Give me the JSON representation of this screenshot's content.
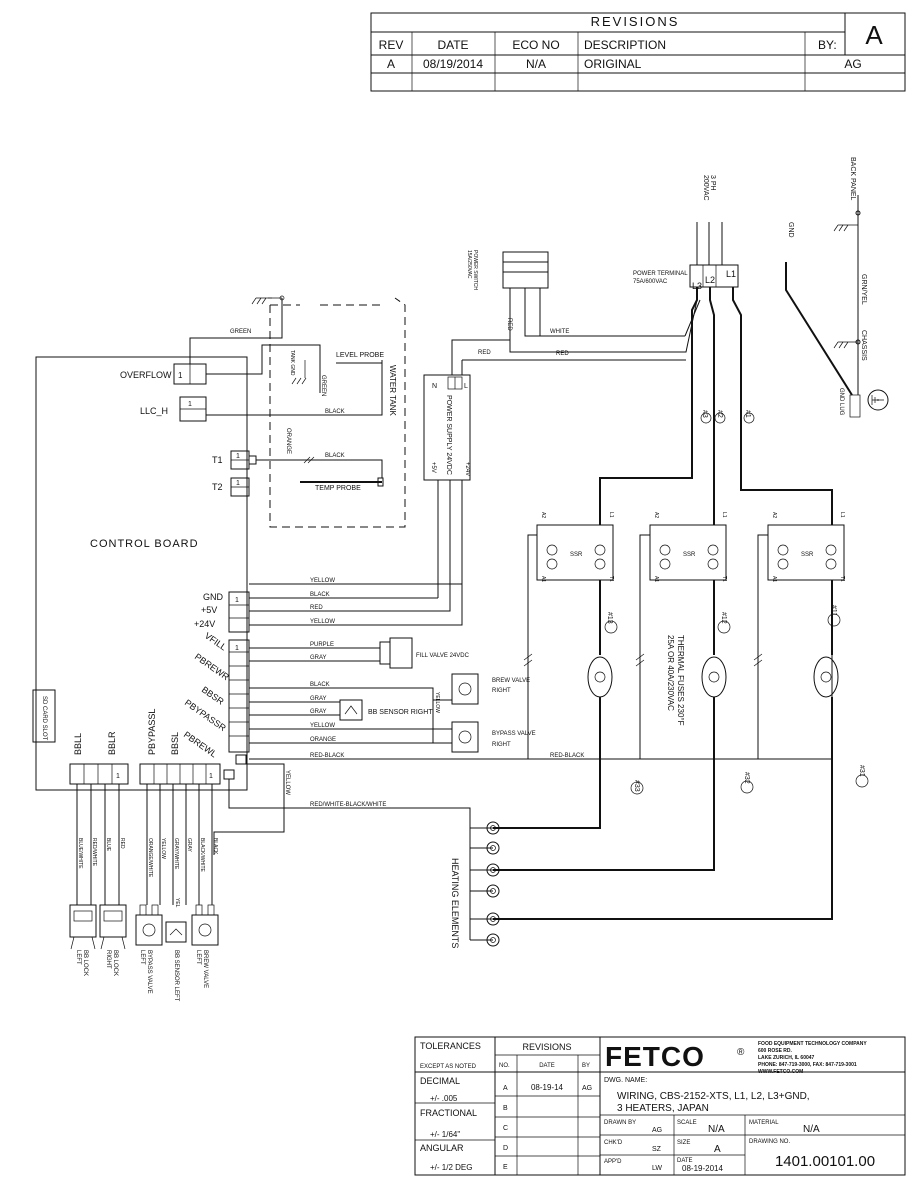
{
  "revisions_block": {
    "title": "REVISIONS",
    "rev_letter": "A",
    "columns": [
      "REV",
      "DATE",
      "ECO NO",
      "DESCRIPTION",
      "BY:"
    ],
    "rows": [
      {
        "rev": "A",
        "date": "08/19/2014",
        "eco": "N/A",
        "description": "ORIGINAL",
        "by": "AG"
      }
    ]
  },
  "supply": {
    "phase": "3 PH",
    "voltage": "200VAC",
    "terminal_title": "POWER TERMINAL",
    "terminal_rating": "75A/600VAC",
    "terminals": [
      "L1",
      "L2",
      "L3"
    ],
    "power_switch": "POWER SWITCH",
    "switch_rating": "15A/250VAC",
    "back_panel": "BACK PANEL",
    "gnd": "GND",
    "grn_yel": "GRN/YEL",
    "chassis": "CHASSIS",
    "gnd_lug": "GND LUG"
  },
  "power_supply": {
    "label": "POWER SUPPLY 24VDC",
    "pins_top": [
      "N",
      "L"
    ],
    "pins_bottom": [
      "+5V",
      "+24V"
    ]
  },
  "water_tank": {
    "label": "WATER TANK",
    "level_probe": "LEVEL PROBE",
    "tank_gnd": "TANK GND",
    "temp_probe": "TEMP PROBE"
  },
  "control_board": {
    "label": "CONTROL BOARD",
    "sd_slot": "SD CARD SLOT",
    "connectors_left": [
      "OVERFLOW",
      "LLC_H",
      "T1",
      "T2",
      "GND",
      "+5V",
      "+24V"
    ],
    "connectors_angled": [
      "VFILL",
      "PBREWR",
      "BBSR",
      "PBYPASSR",
      "PBREWL"
    ],
    "connectors_bottom": [
      "BBLL",
      "BBLR",
      "PBYPASSL",
      "BBSL"
    ],
    "pin_one": "1"
  },
  "wires": {
    "green": "GREEN",
    "black": "BLACK",
    "orange": "ORANGE",
    "red": "RED",
    "white": "WHITE",
    "yellow": "YELLOW",
    "purple": "PURPLE",
    "gray": "GRAY",
    "red_black": "RED-BLACK",
    "red_white_black_white": "RED/WHITE-BLACK/WHITE",
    "harness": [
      "BLUE/WHITE",
      "RED/WHITE",
      "BLUE",
      "RED",
      "ORANGE/WHITE",
      "YELLOW",
      "GRAY/WHITE",
      "GRAY",
      "BLACK/WHITE",
      "BLACK"
    ],
    "yel": "YEL",
    "numbers": [
      "#1",
      "#2",
      "#3",
      "#11",
      "#12",
      "#13",
      "#31",
      "#32",
      "#33"
    ]
  },
  "components": {
    "fill_valve": "FILL VALVE 24VDC",
    "brew_valve_right": [
      "BREW VALVE",
      "RIGHT"
    ],
    "bypass_valve_right": [
      "BYPASS VALVE",
      "RIGHT"
    ],
    "bb_sensor_right": "BB SENSOR RIGHT",
    "thermal_fuses": [
      "THERMAL FUSES 230°F",
      "25A OR 40A/230VAC"
    ],
    "heating_elements": "HEATING ELEMENTS",
    "ssr": "SSR",
    "ssr_terminals": [
      "A2",
      "A1",
      "L1",
      "T1"
    ],
    "bb_lock_left": [
      "BB LOCK",
      "LEFT"
    ],
    "bb_lock_right": [
      "BB LOCK",
      "RIGHT"
    ],
    "bypass_valve_left": [
      "BYPASS VALVE",
      "LEFT"
    ],
    "bb_sensor_left": "BB SENSOR LEFT",
    "brew_valve_left": [
      "BREW VALVE",
      "LEFT"
    ]
  },
  "title_block": {
    "tolerances": "TOLERANCES",
    "except_as_noted": "EXCEPT AS NOTED",
    "decimal": "DECIMAL",
    "decimal_value": "+/-  .005",
    "fractional": "FRACTIONAL",
    "fractional_value": "+/- 1/64\"",
    "angular": "ANGULAR",
    "angular_value": "+/- 1/2 DEG",
    "revisions": "REVISIONS",
    "rev_cols": [
      "NO.",
      "DATE",
      "BY"
    ],
    "rev_rows": [
      {
        "no": "A",
        "date": "08-19-14",
        "by": "AG"
      },
      {
        "no": "B",
        "date": "",
        "by": ""
      },
      {
        "no": "C",
        "date": "",
        "by": ""
      },
      {
        "no": "D",
        "date": "",
        "by": ""
      },
      {
        "no": "E",
        "date": "",
        "by": ""
      }
    ],
    "brand": "FETCO",
    "company": [
      "FOOD EQUIPMENT TECHNOLOGY COMPANY",
      "600 ROSE RD.",
      "LAKE ZURICH, IL 60047",
      "PHONE: 847-719-3000, FAX: 847-719-3001",
      "WWW.FETCO.COM"
    ],
    "dwg_name_label": "DWG. NAME:",
    "dwg_name": [
      "WIRING, CBS-2152-XTS, L1, L2, L3+GND,",
      "3 HEATERS, JAPAN"
    ],
    "drawn_by_label": "DRAWN BY",
    "drawn_by": "AG",
    "scale_label": "SCALE",
    "scale": "N/A",
    "material_label": "MATERIAL",
    "material": "N/A",
    "chkd_label": "CHK'D",
    "chkd": "SZ",
    "size_label": "SIZE",
    "size": "A",
    "drawing_no_label": "DRAWING NO.",
    "drawing_no": "1401.00101.00",
    "appd_label": "APP'D",
    "appd": "LW",
    "date_label": "DATE",
    "date": "08-19-2014"
  }
}
